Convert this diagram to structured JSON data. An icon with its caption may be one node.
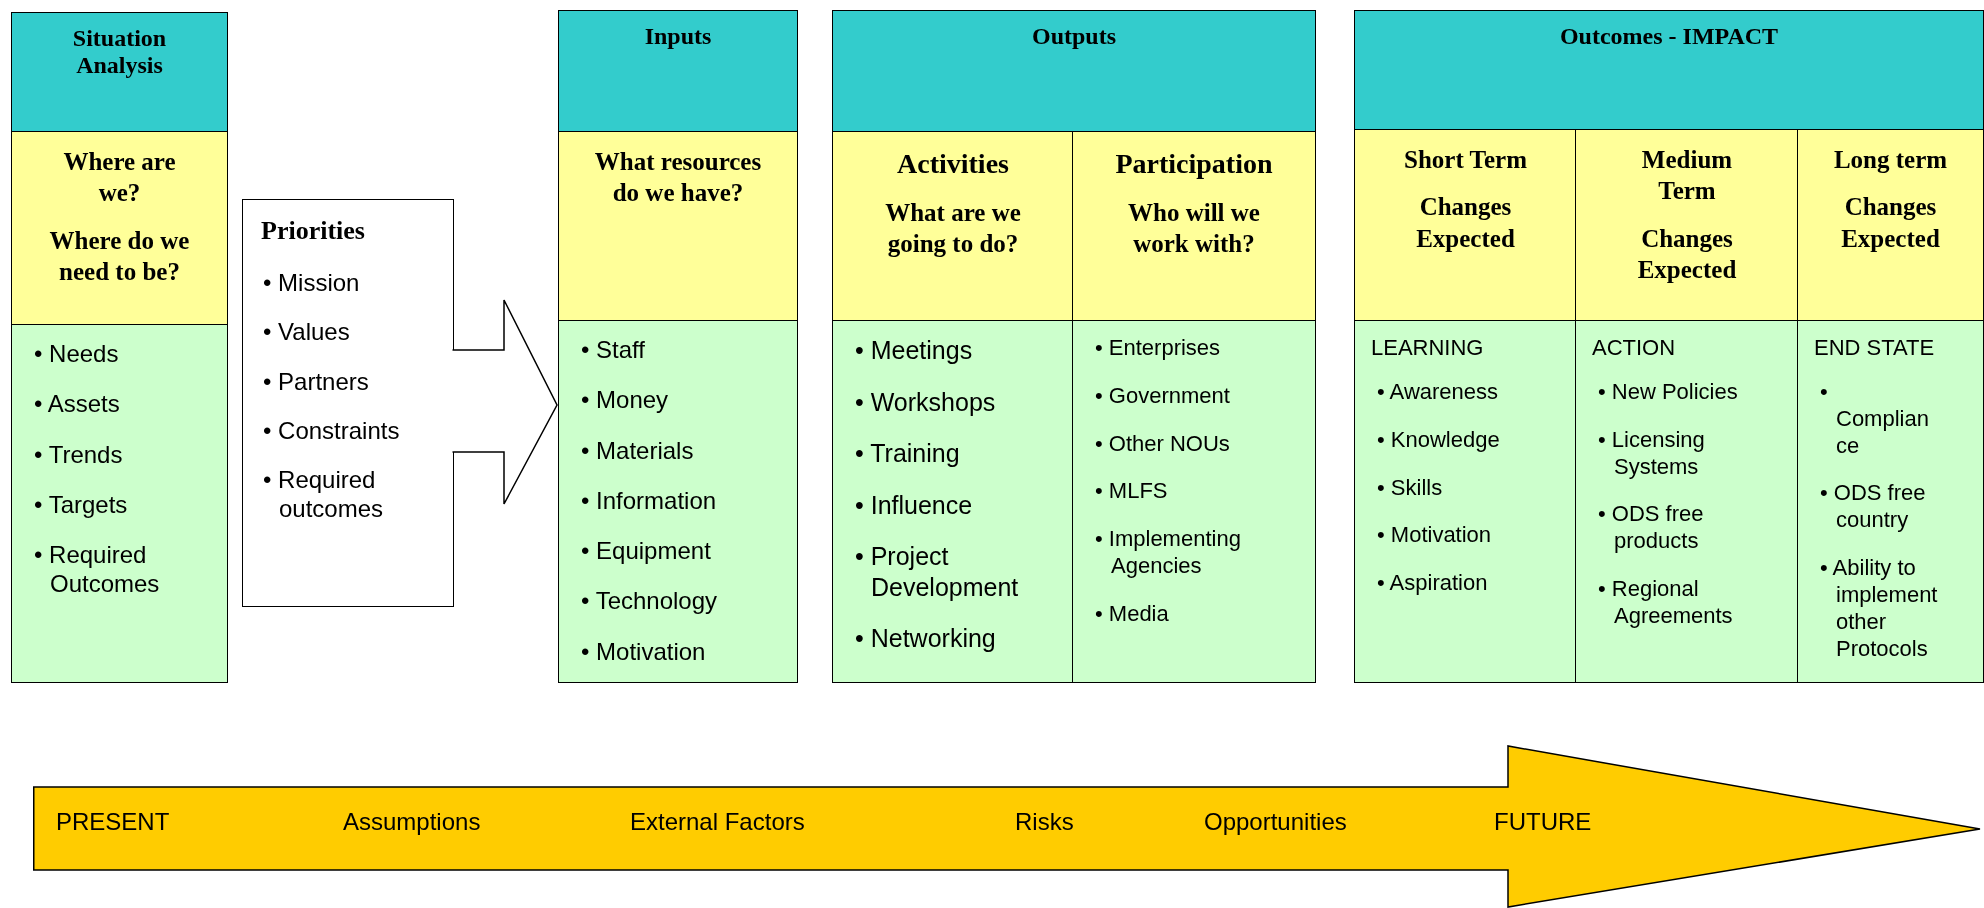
{
  "diagram": {
    "nodes": [
      {
        "text": [
          "Situation Analysis"
        ]
      },
      {
        "text": [
          "Where are we?",
          "Where do we need to be?"
        ]
      },
      {
        "text": [
          "• Needs",
          "• Assets",
          "• Trends",
          "• Targets",
          "• Required Outcomes"
        ]
      },
      {
        "text": [
          "Priorities",
          "• Mission",
          "• Values",
          "• Partners",
          "• Constraints",
          "• Required outcomes"
        ]
      },
      {
        "text": [
          "Inputs"
        ]
      },
      {
        "text": [
          "What resources do we have?"
        ]
      },
      {
        "text": [
          "• Staff",
          "• Money",
          "• Materials",
          "• Information",
          "• Equipment",
          "• Technology",
          "• Motivation"
        ]
      },
      {
        "text": [
          "Outputs"
        ]
      },
      {
        "text": [
          "Activities",
          "What are we going to do?"
        ]
      },
      {
        "text": [
          "Participation",
          "Who will we work with?"
        ]
      },
      {
        "text": [
          "• Meetings",
          "• Workshops",
          "• Training",
          "• Influence",
          "• Project Development",
          "• Networking"
        ]
      },
      {
        "text": [
          "• Enterprises",
          "• Government",
          "• Other NOUs",
          "• MLFS",
          "• Implementing Agencies",
          "• Media"
        ]
      },
      {
        "text": [
          "Outcomes - IMPACT"
        ]
      },
      {
        "text": [
          "Short Term",
          "Changes Expected"
        ]
      },
      {
        "text": [
          "Medium Term",
          "Changes Expected"
        ]
      },
      {
        "text": [
          "Long term",
          "Changes Expected"
        ]
      },
      {
        "text": [
          "LEARNING",
          "• Awareness",
          "• Knowledge",
          "• Skills",
          "• Motivation",
          "• Aspiration"
        ]
      },
      {
        "text": [
          "ACTION",
          "• New Policies",
          "• Licensing Systems",
          "• ODS free products",
          "• Regional Agreements"
        ]
      },
      {
        "text": [
          "END STATE",
          "• Compliance",
          "• ODS free country",
          "• Ability to implement other Protocols"
        ]
      },
      {
        "text": [
          "PRESENT",
          "Assumptions",
          "External Factors",
          "Risks",
          "Opportunities",
          "FUTURE"
        ]
      }
    ],
    "edges": [
      {
        "from": 3,
        "to": 6,
        "arrow": "to"
      }
    ]
  }
}
